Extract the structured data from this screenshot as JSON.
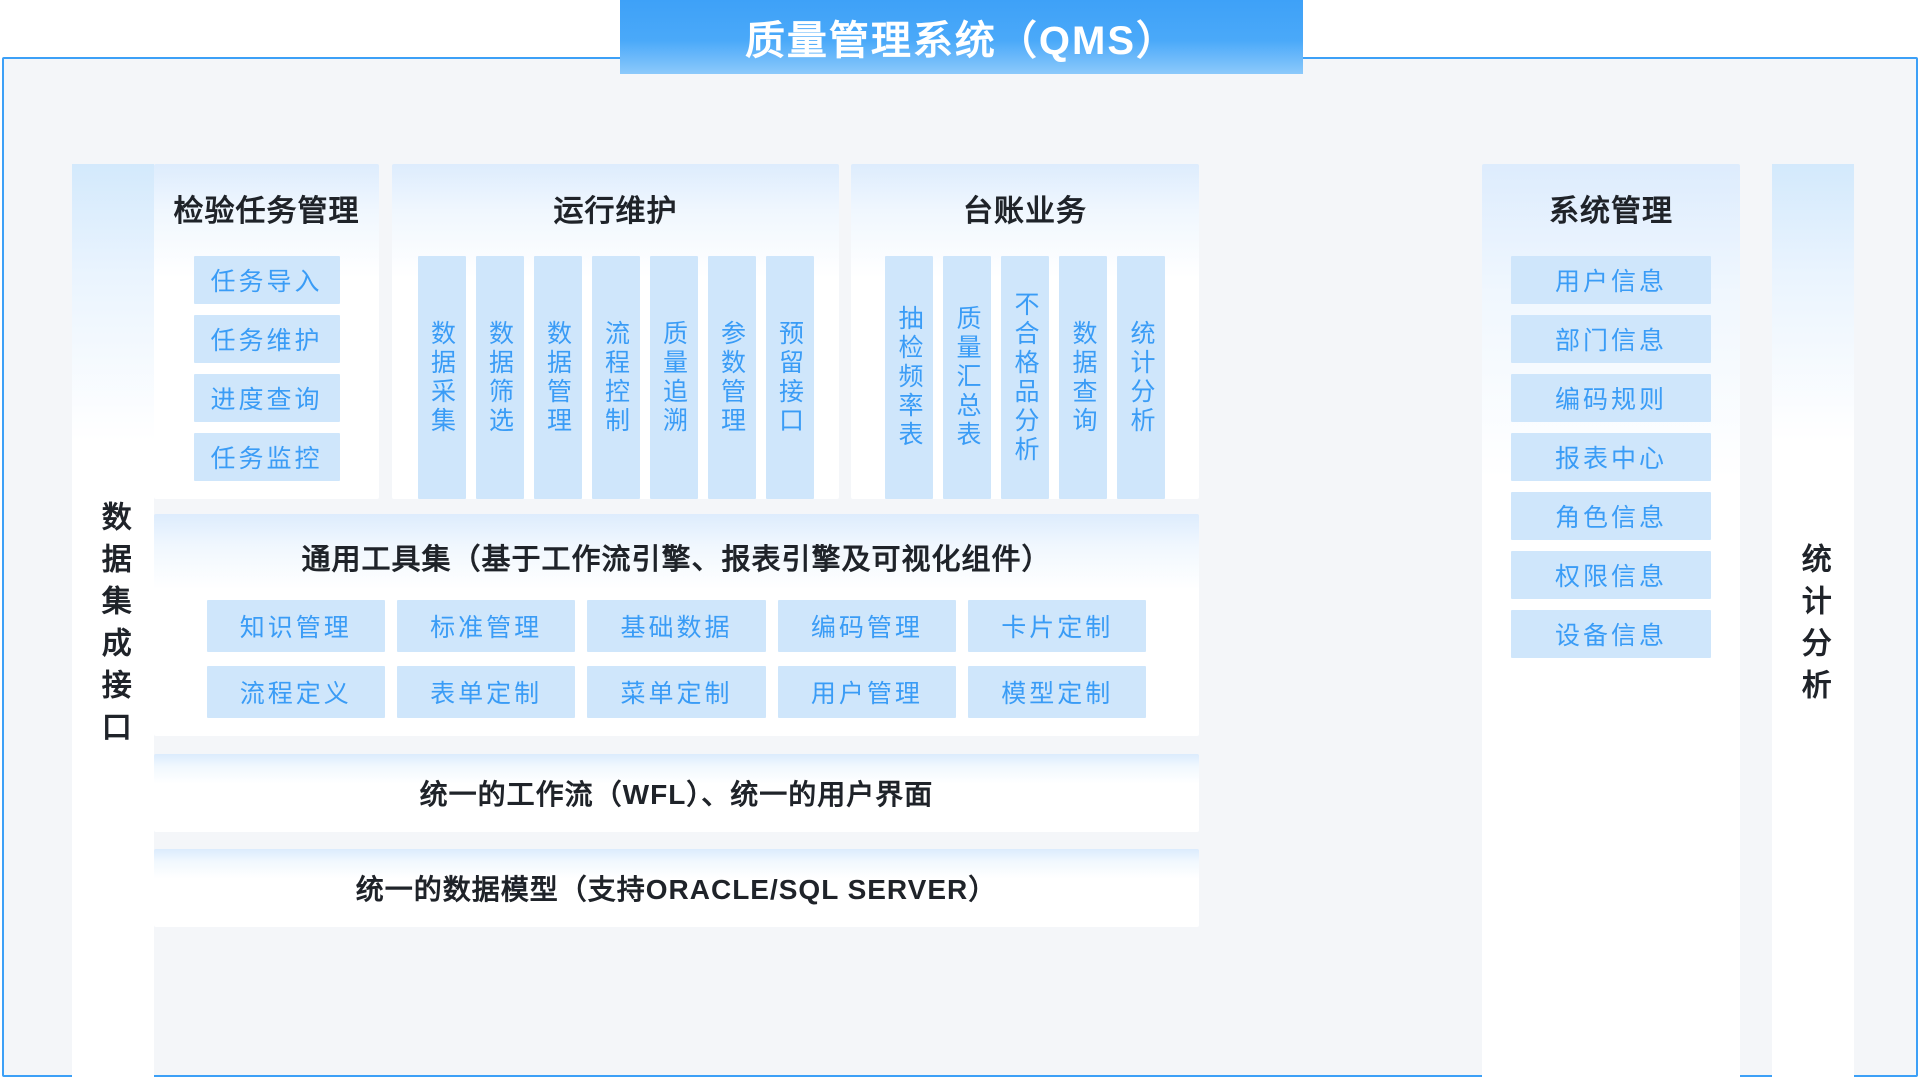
{
  "theme": {
    "accent": "#3ca0f7",
    "chip_bg": "#cfe6fb",
    "chip_text": "#3a9cf6",
    "page_bg": "#f4f6f9",
    "title_text": "#1f2329"
  },
  "header": {
    "title": "质量管理系统（QMS）"
  },
  "rails": {
    "left": {
      "label": "数据集成接口"
    },
    "right": {
      "label": "统计分析"
    }
  },
  "columns": [
    {
      "key": "inspection_task_management",
      "title": "检验任务管理",
      "orientation": "horizontal",
      "items": [
        {
          "label": "任务导入"
        },
        {
          "label": "任务维护"
        },
        {
          "label": "进度查询"
        },
        {
          "label": "任务监控"
        }
      ]
    },
    {
      "key": "operation_maintenance",
      "title": "运行维护",
      "orientation": "vertical",
      "items": [
        {
          "label": "数据采集"
        },
        {
          "label": "数据筛选"
        },
        {
          "label": "数据管理"
        },
        {
          "label": "流程控制"
        },
        {
          "label": "质量追溯"
        },
        {
          "label": "参数管理"
        },
        {
          "label": "预留接口"
        }
      ]
    },
    {
      "key": "ledger_business",
      "title": "台账业务",
      "orientation": "vertical",
      "items": [
        {
          "label": "抽检频率表"
        },
        {
          "label": "质量汇总表"
        },
        {
          "label": "不合格品分析"
        },
        {
          "label": "数据查询"
        },
        {
          "label": "统计分析"
        }
      ]
    },
    {
      "key": "system_management",
      "title": "系统管理",
      "orientation": "horizontal",
      "items": [
        {
          "label": "用户信息"
        },
        {
          "label": "部门信息"
        },
        {
          "label": "编码规则"
        },
        {
          "label": "报表中心"
        },
        {
          "label": "角色信息"
        },
        {
          "label": "权限信息"
        },
        {
          "label": "设备信息"
        }
      ]
    }
  ],
  "tools": {
    "title": "通用工具集（基于工作流引擎、报表引擎及可视化组件）",
    "items": [
      {
        "label": "知识管理"
      },
      {
        "label": "标准管理"
      },
      {
        "label": "基础数据"
      },
      {
        "label": "编码管理"
      },
      {
        "label": "卡片定制"
      },
      {
        "label": "流程定义"
      },
      {
        "label": "表单定制"
      },
      {
        "label": "菜单定制"
      },
      {
        "label": "用户管理"
      },
      {
        "label": "模型定制"
      }
    ]
  },
  "bars": [
    {
      "key": "workflow_ui",
      "label": "统一的工作流（WFL）、统一的用户界面"
    },
    {
      "key": "data_model",
      "label": "统一的数据模型（支持ORACLE/SQL SERVER）"
    }
  ]
}
